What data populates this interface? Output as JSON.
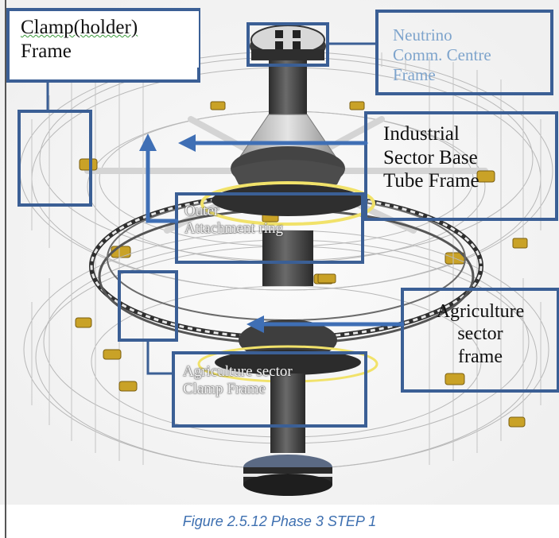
{
  "labels": {
    "clamp_frame": {
      "line1": "Clamp(holder)",
      "line2": "Frame"
    },
    "neutrino_frame": {
      "line1": "Neutrino",
      "line2": "Comm. Centre",
      "line3": "Frame"
    },
    "industrial_frame": {
      "line1": "Industrial",
      "line2": "Sector Base",
      "line3": "Tube Frame"
    },
    "outer_ring": {
      "line1": "Outer",
      "line2": "Attachment ring"
    },
    "agriculture_frame": {
      "line1": "Agriculture",
      "line2": "sector",
      "line3": "frame"
    },
    "agriculture_clamp": {
      "line1": "Agriculture sector",
      "line2": "Clamp Frame"
    }
  },
  "caption": "Figure 2.5.12 Phase 3 STEP 1",
  "colors": {
    "callout_box": "#3b5f95",
    "arrow": "#3f6fb5",
    "wire": "#b5b5b5",
    "gold_module": "#c9a227",
    "dark_core": "#3a3a3a",
    "ring_glow": "#f1e26a"
  }
}
